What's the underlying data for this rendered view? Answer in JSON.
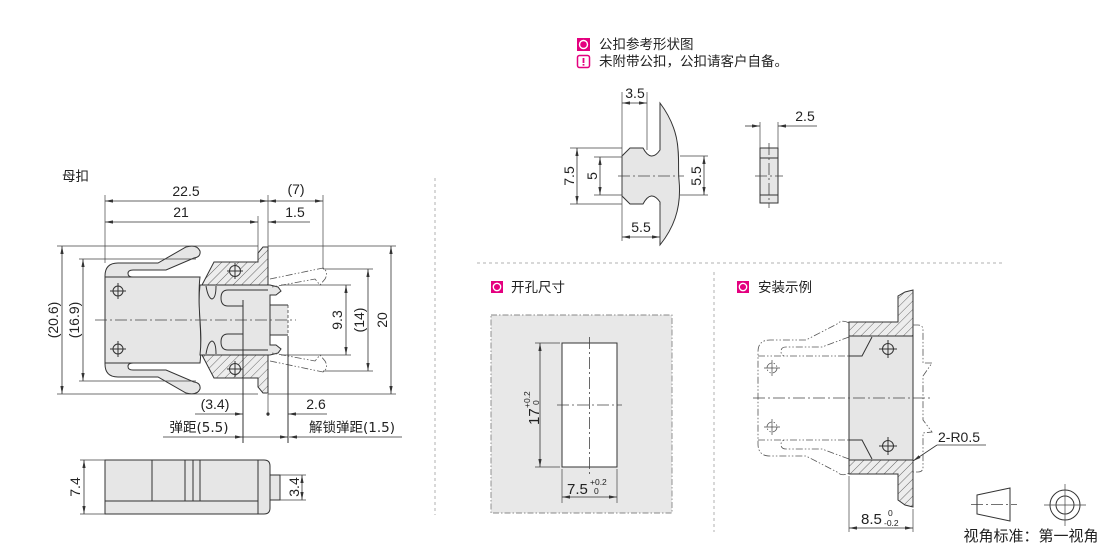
{
  "legend": {
    "items": [
      {
        "icon": "reference-shape-icon",
        "label": "公扣参考形状图"
      },
      {
        "icon": "warning-exclamation-icon",
        "label": "未附带公扣，公扣请客户自备。"
      }
    ]
  },
  "female_catch": {
    "title": "母扣",
    "top_view": {
      "overall_length": "22.5",
      "body_length": "21",
      "arm_travel": "(7)",
      "flange_thickness": "1.5",
      "arm_span_outer": "(20.6)",
      "arm_span_inner": "(16.9)",
      "latch_height": "9.3",
      "deflected_span": "(14)",
      "flange_height": "20",
      "offset_a": "(3.4)",
      "offset_b": "2.6",
      "spring_travel": "弹距(5.5)",
      "release_travel": "解锁弹距(1.5)"
    },
    "side_view": {
      "height": "7.4",
      "tab_height": "3.4"
    }
  },
  "male_catch": {
    "notch_width": "3.5",
    "head_height": "7.5",
    "neck_height": "5",
    "body_height": "5.5",
    "head_length": "5.5",
    "thickness": "2.5"
  },
  "panel_cutout": {
    "title": "开孔尺寸",
    "height": {
      "value": "17",
      "upper_tol": "+0.2",
      "lower_tol": "0"
    },
    "width": {
      "value": "7.5",
      "upper_tol": "+0.2",
      "lower_tol": "0"
    }
  },
  "installation_example": {
    "title": "安装示例",
    "panel_thickness": {
      "value": "8.5",
      "upper_tol": "0",
      "lower_tol": "-0.2"
    },
    "corner_radius_note": "2-R0.5"
  },
  "projection": {
    "label": "视角标准：第一视角"
  },
  "colors": {
    "accent": "#e4007f",
    "part_fill": "#e6e6e6",
    "line": "#333333",
    "divider": "#b0b0b0"
  }
}
